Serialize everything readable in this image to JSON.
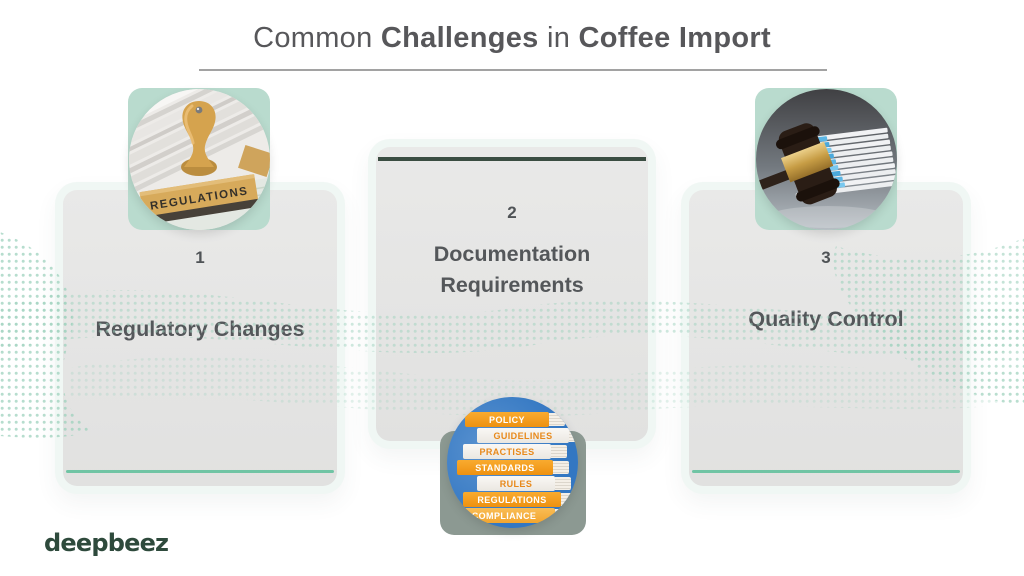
{
  "title": {
    "light1": "Common",
    "bold1": "Challenges",
    "light2": "in",
    "bold2": "Coffee Import"
  },
  "cards": [
    {
      "number": "1",
      "title": "Regulatory Changes",
      "image": "regulations-rubber-stamp",
      "stamp_label": "REGULATIONS"
    },
    {
      "number": "2",
      "title": "Documentation Requirements",
      "image": "policy-books-stack",
      "book_labels": [
        "POLICY",
        "GUIDELINES",
        "PRACTISES",
        "STANDARDS",
        "RULES",
        "REGULATIONS",
        "COMPLIANCE"
      ]
    },
    {
      "number": "3",
      "title": "Quality Control",
      "image": "gavel-and-documents"
    }
  ],
  "logo": {
    "text": "deepbeez"
  },
  "colors": {
    "mint_backdrop": "#b9dbce",
    "card_gray": "#e5e5e4",
    "card_halo": "#f0f7f4",
    "accent_line_light": "#70c4a4",
    "accent_line_dark": "#3a4d42",
    "title_text": "#57575a",
    "body_text": "#54575a",
    "logo_green": "#2e4a3c",
    "dot_wave": "#9ed1bd",
    "books_blue": "#3377c2",
    "books_orange": "#f49d1d",
    "stamp_wood": "#d5a34e",
    "gavel_gold": "#c79d45"
  }
}
